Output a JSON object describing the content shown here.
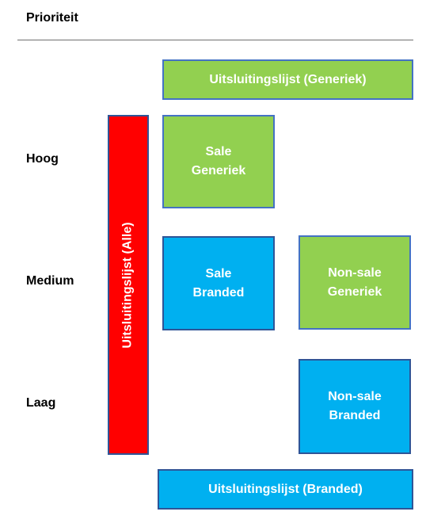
{
  "title": "Prioriteit",
  "levels": {
    "high": "Hoog",
    "medium": "Medium",
    "low": "Laag"
  },
  "boxes": {
    "exclusion_generic": {
      "label": "Uitsluitingslijst (Generiek)"
    },
    "exclusion_all": {
      "label": "Uitsluitingslijst (Alle)"
    },
    "sale_generic": {
      "line1": "Sale",
      "line2": "Generiek"
    },
    "sale_branded": {
      "line1": "Sale",
      "line2": "Branded"
    },
    "nonsale_generic": {
      "line1": "Non-sale",
      "line2": "Generiek"
    },
    "nonsale_branded": {
      "line1": "Non-sale",
      "line2": "Branded"
    },
    "exclusion_branded": {
      "label": "Uitsluitingslijst (Branded)"
    }
  },
  "colors": {
    "generic_fill": "#92d050",
    "branded_fill": "#00b0f0",
    "all_fill": "#ff0000",
    "text": "#ffffff"
  }
}
